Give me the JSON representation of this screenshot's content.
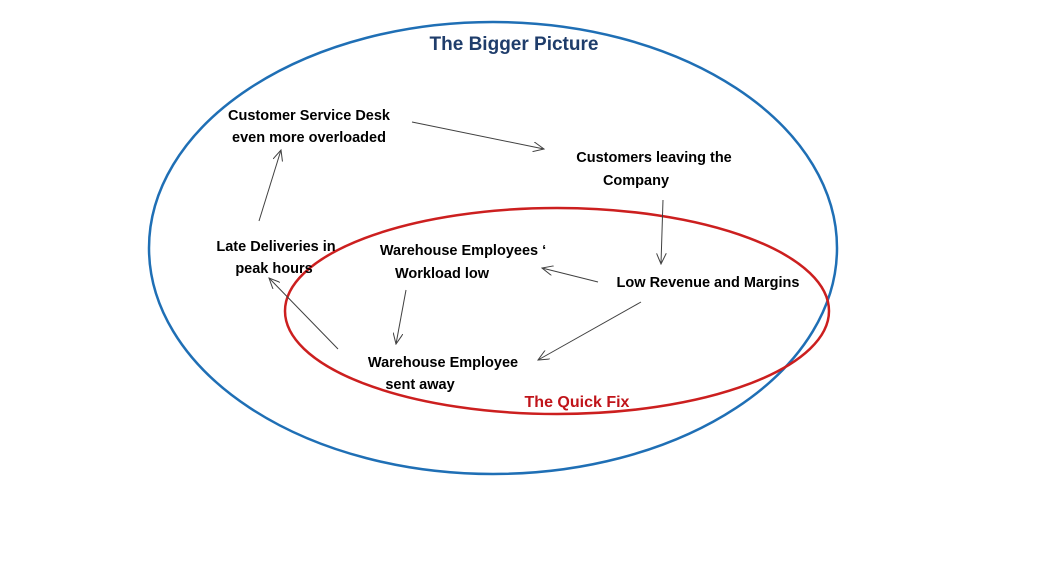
{
  "outer_loop": {
    "title": "The Bigger Picture",
    "color": "#1f6fb5"
  },
  "inner_loop": {
    "title": "The Quick Fix",
    "color": "#cc1f1f"
  },
  "nodes": {
    "customer_service": {
      "line1": "Customer Service Desk",
      "line2": "even more overloaded"
    },
    "customers_leaving": {
      "line1": "Customers leaving the",
      "line2": "Company"
    },
    "low_revenue": {
      "line1": "Low Revenue and Margins"
    },
    "warehouse_workload": {
      "line1": "Warehouse Employees ‘",
      "line2": "Workload low"
    },
    "warehouse_sent_away": {
      "line1": "Warehouse Employee",
      "line2": "sent away"
    },
    "late_deliveries": {
      "line1": "Late Deliveries in",
      "line2": "peak hours"
    }
  },
  "arrow_color": "#404040"
}
